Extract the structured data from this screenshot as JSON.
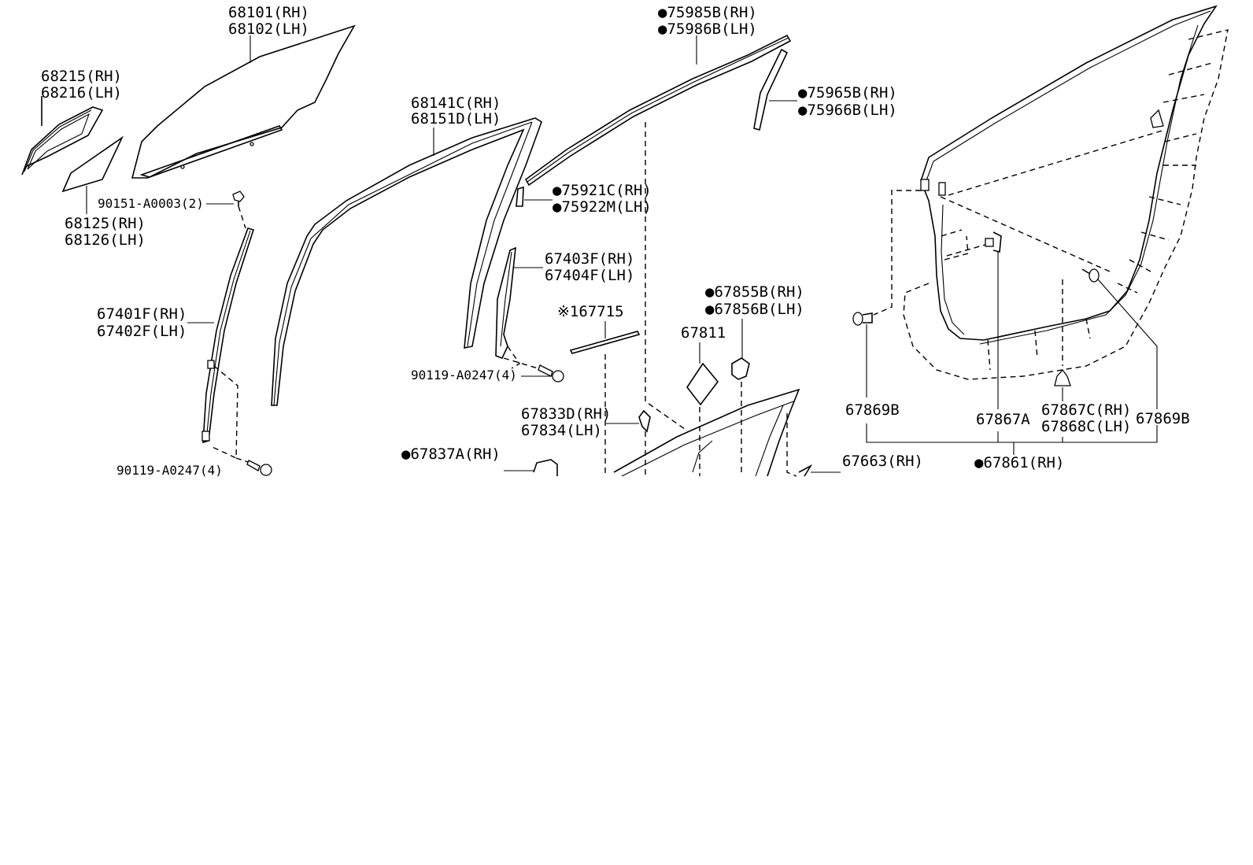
{
  "diagram": {
    "labels": {
      "front_door_glass": [
        "68101(RH)",
        "68102(LH)"
      ],
      "quarter_glass_weatherstrip": [
        "68215(RH)",
        "68216(LH)"
      ],
      "quarter_glass": [
        "68125(RH)",
        "68126(LH)"
      ],
      "screw_upper": "90151-A0003(2)",
      "rear_run_channel": [
        "67401F(RH)",
        "67402F(LH)"
      ],
      "bolt_lower_left": "90119-A0247(4)",
      "glass_run": [
        "68141C(RH)",
        "68151D(LH)"
      ],
      "belt_moulding": [
        "●75985B(RH)",
        "●75986B(LH)"
      ],
      "frame_moulding": [
        "●75965B(RH)",
        "●75966B(LH)"
      ],
      "end_piece": [
        "●75921C(RH)",
        "●75922M(LH)"
      ],
      "front_run_channel": [
        "67403F(RH)",
        "67404F(LH)"
      ],
      "note_part": "※167715",
      "bolt_middle": "90119-A0247(4)",
      "pad": "67811",
      "clip_a": [
        "●67855B(RH)",
        "●67856B(LH)"
      ],
      "clip_b": [
        "67833D(RH)",
        "67834(LH)"
      ],
      "bracket": "●67837A(RH)",
      "seal": "67663(RH)",
      "clip_left": "67869B",
      "clip_center": "67867A",
      "clip_bottom": [
        "67867C(RH)",
        "67868C(LH)"
      ],
      "clip_right": "67869B",
      "door_weatherstrip": "●67861(RH)"
    }
  }
}
